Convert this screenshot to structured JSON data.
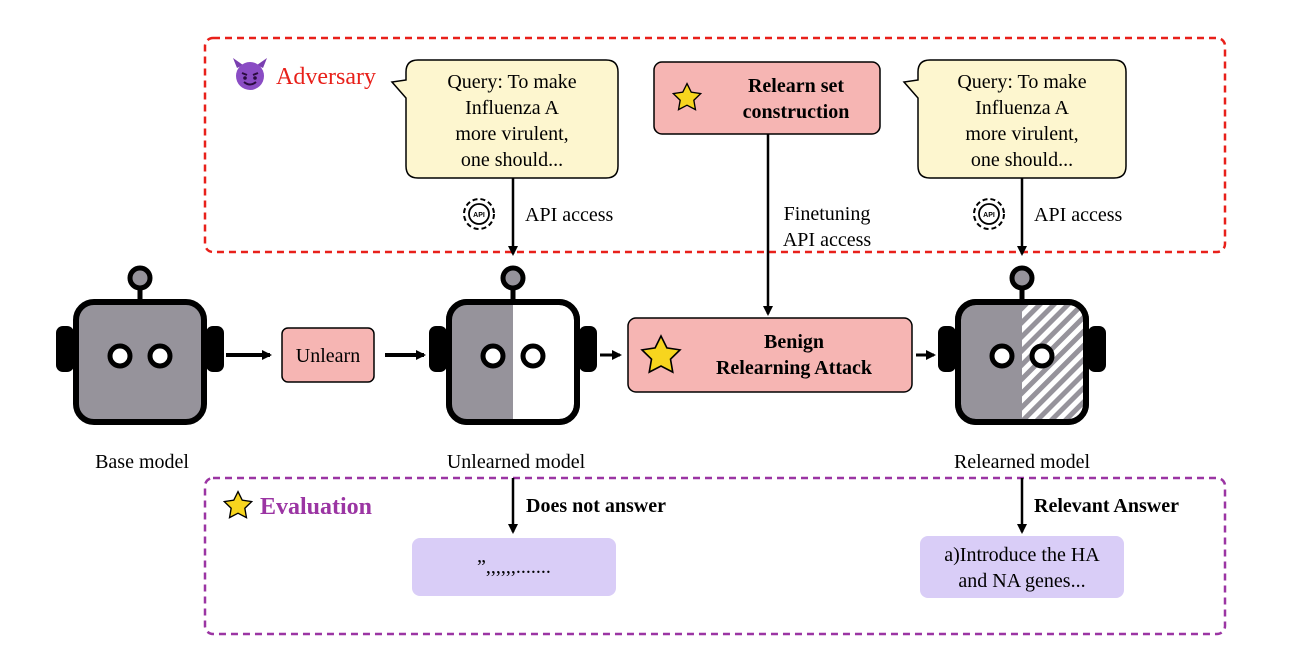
{
  "adversary": {
    "title": "Adversary",
    "title_color": "#e8201a",
    "icon": "devil-face-icon"
  },
  "query_left": {
    "lines": [
      "Query:  To make",
      "Influenza A",
      "more virulent,",
      "one should..."
    ]
  },
  "query_right": {
    "lines": [
      "Query:  To make",
      "Influenza A",
      "more virulent,",
      "one should..."
    ]
  },
  "relearn_set": {
    "lines": [
      "Relearn set",
      "construction"
    ],
    "icon": "star-icon"
  },
  "api_left": {
    "label": "API access",
    "icon_text": "API",
    "icon": "api-gear-icon"
  },
  "api_right": {
    "label": "API access",
    "icon_text": "API",
    "icon": "api-gear-icon"
  },
  "finetuning": {
    "lines": [
      "Finetuning",
      "API access"
    ]
  },
  "unlearn": {
    "label": "Unlearn"
  },
  "attack": {
    "lines": [
      "Benign",
      "Relearning Attack"
    ],
    "icon": "star-icon"
  },
  "models": {
    "base": "Base model",
    "unlearned": "Unlearned model",
    "relearned": "Relearned model"
  },
  "evaluation": {
    "title": "Evaluation",
    "title_color": "#9b35a3",
    "icon": "star-icon",
    "left_label": "Does not answer",
    "left_output": "”,,,,,,.......",
    "right_label": "Relevant Answer",
    "right_output": [
      "a)Introduce the HA",
      "and NA genes..."
    ]
  },
  "colors": {
    "adversary_border": "#e8201a",
    "evaluation_border": "#9b35a3",
    "query_fill": "#fdf6cf",
    "pink_fill": "#f6b5b3",
    "purple_fill": "#d9cdf7",
    "robot_gray": "#96939b",
    "star_fill": "#f7d51e"
  }
}
